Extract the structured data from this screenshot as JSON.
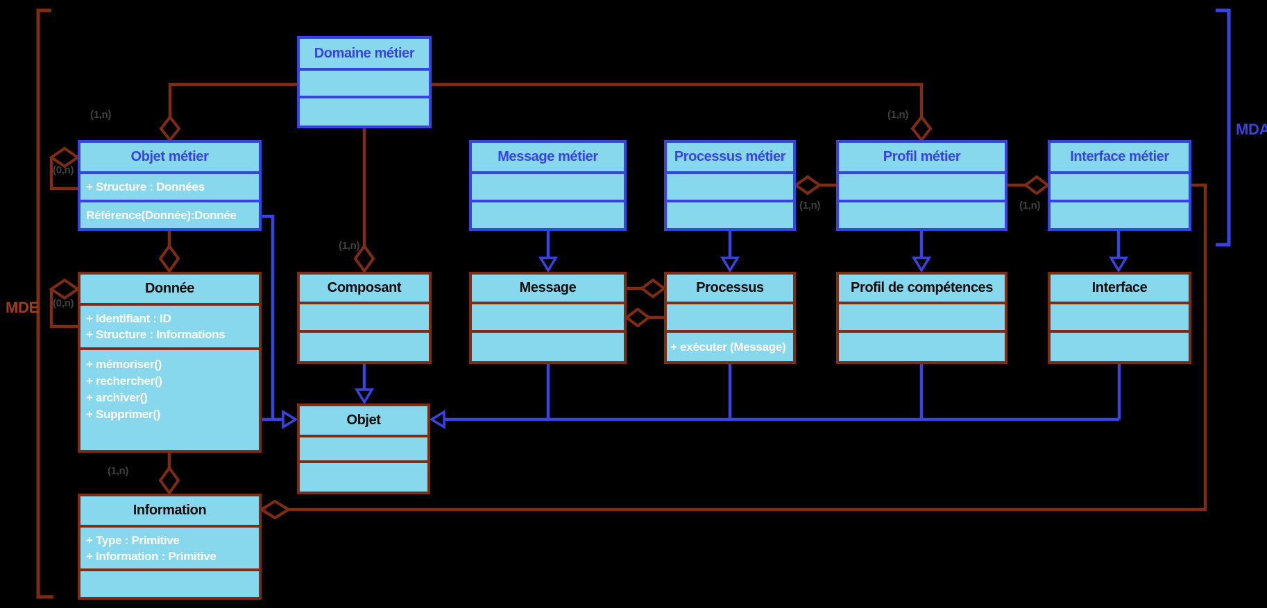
{
  "diagram": {
    "kind": "uml-class-diagram",
    "background": "#000000"
  },
  "colors": {
    "box_fill": "#87D8EC",
    "blue_accent": "#3843E2",
    "dark_red_accent": "#7F2D12",
    "mde_label_red": "#A23C1B",
    "multiplicity_gray": "#414141",
    "member_text": "#FFFFFF",
    "dark_title": "#0B0B0B"
  },
  "brackets": {
    "mde_label": "MDE",
    "mda_label": "MDA"
  },
  "classes": {
    "domaine_metier": {
      "name": "Domaine métier",
      "attributes": [],
      "methods": []
    },
    "objet_metier": {
      "name": "Objet métier",
      "attributes": [
        "+ Structure : Données"
      ],
      "methods": [
        "Référence(Donnée):Donnée"
      ]
    },
    "message_metier": {
      "name": "Message métier",
      "attributes": [],
      "methods": []
    },
    "processus_metier": {
      "name": "Processus métier",
      "attributes": [],
      "methods": []
    },
    "profil_metier": {
      "name": "Profil métier",
      "attributes": [],
      "methods": []
    },
    "interface_metier": {
      "name": "Interface métier",
      "attributes": [],
      "methods": []
    },
    "donnee": {
      "name": "Donnée",
      "attributes": [
        "+ Identifiant : ID",
        "+ Structure : Informations"
      ],
      "methods": [
        "+ mémoriser()",
        "+ rechercher()",
        "+ archiver()",
        "+ Supprimer()"
      ]
    },
    "composant": {
      "name": "Composant",
      "attributes": [],
      "methods": []
    },
    "message": {
      "name": "Message",
      "attributes": [],
      "methods": []
    },
    "processus": {
      "name": "Processus",
      "attributes": [],
      "methods": [
        "+ exécuter (Message)"
      ]
    },
    "profil_competences": {
      "name": "Profil de compétences",
      "attributes": [],
      "methods": []
    },
    "interface": {
      "name": "Interface",
      "attributes": [],
      "methods": []
    },
    "objet": {
      "name": "Objet",
      "attributes": [],
      "methods": []
    },
    "information": {
      "name": "Information",
      "attributes": [
        "+ Type : Primitive",
        "+ Information : Primitive"
      ],
      "methods": []
    }
  },
  "multiplicity_labels": {
    "objet_metier_top": "(1,n)",
    "objet_metier_self": "(0,n)",
    "composant_top": "(1,n)",
    "profil_metier_top": "(1,n)",
    "processus_profil_link": "(1,n)",
    "profil_interface_link": "(1,n)",
    "donnee_self": "(0,n)",
    "information_top": "(1,n)"
  }
}
